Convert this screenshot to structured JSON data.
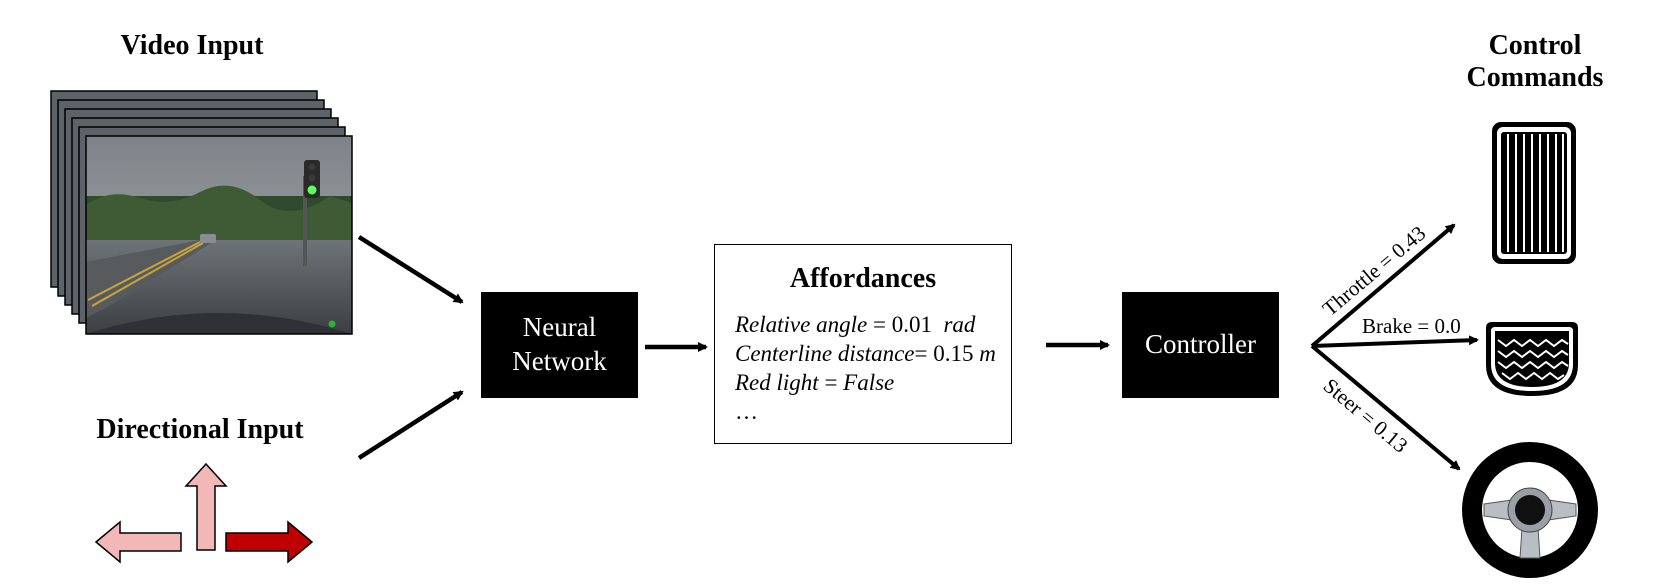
{
  "video_input": {
    "title": "Video Input"
  },
  "directional_input": {
    "title": "Directional Input"
  },
  "neural_network": {
    "label_line1": "Neural",
    "label_line2": "Network"
  },
  "affordances": {
    "title": "Affordances",
    "items": [
      {
        "name": "Relative angle",
        "sep": " = ",
        "value": "0.01",
        "unit": "rad"
      },
      {
        "name": "Centerline distance",
        "sep": "= ",
        "value": "0.15",
        "unit": "m"
      },
      {
        "name": "Red light",
        "sep": " = ",
        "value": "False",
        "unit": ""
      }
    ],
    "ellipsis": "…"
  },
  "controller": {
    "label": "Controller"
  },
  "control_commands": {
    "title_line1": "Control",
    "title_line2": "Commands",
    "throttle_label": "Throttle = 0.43",
    "brake_label": "Brake = 0.0",
    "steer_label": "Steer = 0.13"
  },
  "colors": {
    "arrow_light": "#f2b8b8",
    "arrow_dark": "#c00000",
    "box_fill": "#000000"
  }
}
